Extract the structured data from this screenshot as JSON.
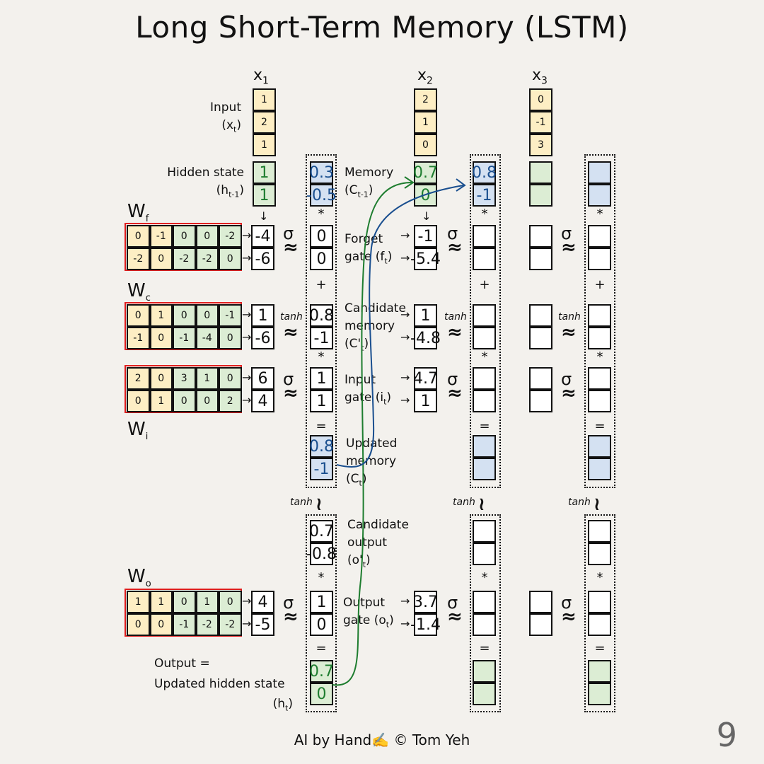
{
  "title": "Long Short-Term Memory (LSTM)",
  "footer": "AI by Hand✍️ © Tom Yeh",
  "page_number": "9",
  "columns": {
    "x1": "x",
    "x1_sub": "1",
    "x2": "x",
    "x2_sub": "2",
    "x3": "x",
    "x3_sub": "3"
  },
  "labels": {
    "input": "Input",
    "input_sym": "(x",
    "input_sub": "t",
    "input_close": ")",
    "hidden": "Hidden state",
    "hidden_sym": "(h",
    "hidden_sub": "t-1",
    "hidden_close": ")",
    "memory": "Memory",
    "memory_sym": "(C",
    "memory_sub": "t-1",
    "memory_close": ")",
    "forget_1": "Forget",
    "forget_2": "gate (f",
    "forget_sub": "t",
    "forget_close": ")",
    "cand_1": "Candidate",
    "cand_2": "memory",
    "cand_3": "(C'",
    "cand_sub": "t",
    "cand_close": ")",
    "input_gate_1": "Input",
    "input_gate_2": "gate (i",
    "input_gate_sub": "t",
    "input_gate_close": ")",
    "updated_1": "Updated",
    "updated_2": "memory",
    "updated_3": "(C",
    "updated_sub": "t",
    "updated_close": ")",
    "candout_1": "Candidate",
    "candout_2": "output",
    "candout_3": "(o'",
    "candout_sub": "t",
    "candout_close": ")",
    "outgate_1": "Output",
    "outgate_2": "gate (o",
    "outgate_sub": "t",
    "outgate_close": ")",
    "output_1": "Output =",
    "output_2": "Updated hidden state",
    "output_3": "(h",
    "output_sub": "t",
    "output_close": ")"
  },
  "weights": {
    "wf_name": "W",
    "wf_sub": "f",
    "wc_name": "W",
    "wc_sub": "c",
    "wi_name": "W",
    "wi_sub": "i",
    "wo_name": "W",
    "wo_sub": "o",
    "wf": [
      [
        "0",
        "-1",
        "0",
        "0",
        "-2"
      ],
      [
        "-2",
        "0",
        "-2",
        "-2",
        "0"
      ]
    ],
    "wc": [
      [
        "0",
        "1",
        "0",
        "0",
        "-1"
      ],
      [
        "-1",
        "0",
        "-1",
        "-4",
        "0"
      ]
    ],
    "wi": [
      [
        "2",
        "0",
        "3",
        "1",
        "0"
      ],
      [
        "0",
        "1",
        "0",
        "0",
        "2"
      ]
    ],
    "wo": [
      [
        "1",
        "1",
        "0",
        "1",
        "0"
      ],
      [
        "0",
        "0",
        "-1",
        "-2",
        "-2"
      ]
    ]
  },
  "inputs": {
    "x1": [
      "1",
      "2",
      "1"
    ],
    "x2": [
      "2",
      "1",
      "0"
    ],
    "x3": [
      "0",
      "-1",
      "3"
    ]
  },
  "step1": {
    "h_prev": [
      "1",
      "1"
    ],
    "c_prev": [
      "0.3",
      "-0.5"
    ],
    "wf_out": [
      "-4",
      "-6"
    ],
    "forget": [
      "0",
      "0"
    ],
    "wc_out": [
      "1",
      "-6"
    ],
    "cand": [
      "0.8",
      "-1"
    ],
    "wi_out": [
      "6",
      "4"
    ],
    "igate": [
      "1",
      "1"
    ],
    "c_new": [
      "0.8",
      "-1"
    ],
    "cand_out": [
      "0.7",
      "-0.8"
    ],
    "wo_out": [
      "4",
      "-5"
    ],
    "ogate": [
      "1",
      "0"
    ],
    "h_new": [
      "0.7",
      "0"
    ]
  },
  "step2": {
    "h_prev": [
      "0.7",
      "0"
    ],
    "c_prev": [
      "0.8",
      "-1"
    ],
    "wf_out": [
      "-1",
      "-5.4"
    ],
    "wc_out": [
      "1",
      "-4.8"
    ],
    "wi_out": [
      "4.7",
      "1"
    ],
    "wo_out": [
      "3.7",
      "-1.4"
    ]
  },
  "ops": {
    "sigma": "σ",
    "tanh": "tanh",
    "approx": "≈",
    "mul": "*",
    "add": "+",
    "eq": "=",
    "arrow": "→",
    "down": "↓",
    "tilde": "≀"
  },
  "colors": {
    "input": "#fdeec4",
    "hidden": "#dcedd4",
    "memory": "#d4e1f2",
    "weight_border": "#e02020",
    "green_line": "#1e7d2f",
    "blue_line": "#1a4f8f"
  }
}
